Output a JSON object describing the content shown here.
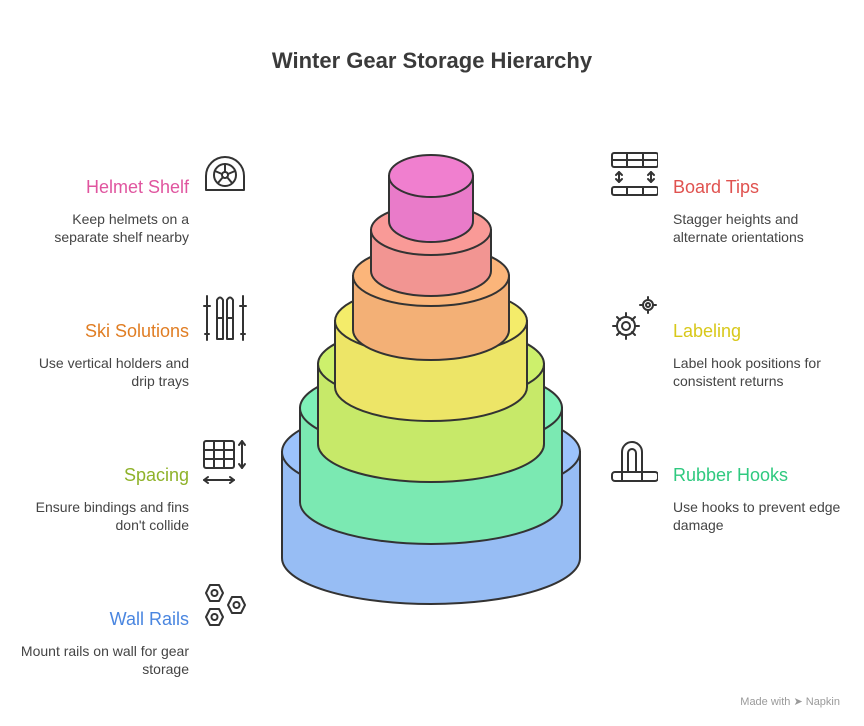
{
  "title": "Winter Gear Storage Hierarchy",
  "layers": [
    {
      "name": "Helmet Shelf",
      "color": "#f07fcf"
    },
    {
      "name": "Board Tips",
      "color": "#f99a97"
    },
    {
      "name": "Ski Solutions",
      "color": "#fbb57a"
    },
    {
      "name": "Labeling",
      "color": "#f4ec6a"
    },
    {
      "name": "Spacing",
      "color": "#cdf06c"
    },
    {
      "name": "Rubber Hooks",
      "color": "#7ff0b8"
    },
    {
      "name": "Wall Rails",
      "color": "#9cc3fc"
    }
  ],
  "left_items": [
    {
      "label": "Helmet Shelf",
      "desc": "Keep helmets on a separate shelf nearby",
      "color": "#e0559f",
      "icon": "helmet-icon"
    },
    {
      "label": "Ski Solutions",
      "desc": "Use vertical holders and drip trays",
      "color": "#e07d23",
      "icon": "skis-icon"
    },
    {
      "label": "Spacing",
      "desc": "Ensure bindings and fins don't collide",
      "color": "#8fb22a",
      "icon": "grid-spacing-icon"
    },
    {
      "label": "Wall Rails",
      "desc": "Mount rails on wall for gear storage",
      "color": "#4a86e0",
      "icon": "hex-nuts-icon"
    }
  ],
  "right_items": [
    {
      "label": "Board Tips",
      "desc": "Stagger heights and alternate orientations",
      "color": "#e0524f",
      "icon": "board-rack-icon"
    },
    {
      "label": "Labeling",
      "desc": "Label hook positions for consistent returns",
      "color": "#d8c81a",
      "icon": "gears-icon"
    },
    {
      "label": "Rubber Hooks",
      "desc": "Use hooks to prevent edge damage",
      "color": "#2fc97f",
      "icon": "lock-hook-icon"
    }
  ],
  "credit": "Made with ➤ Napkin"
}
